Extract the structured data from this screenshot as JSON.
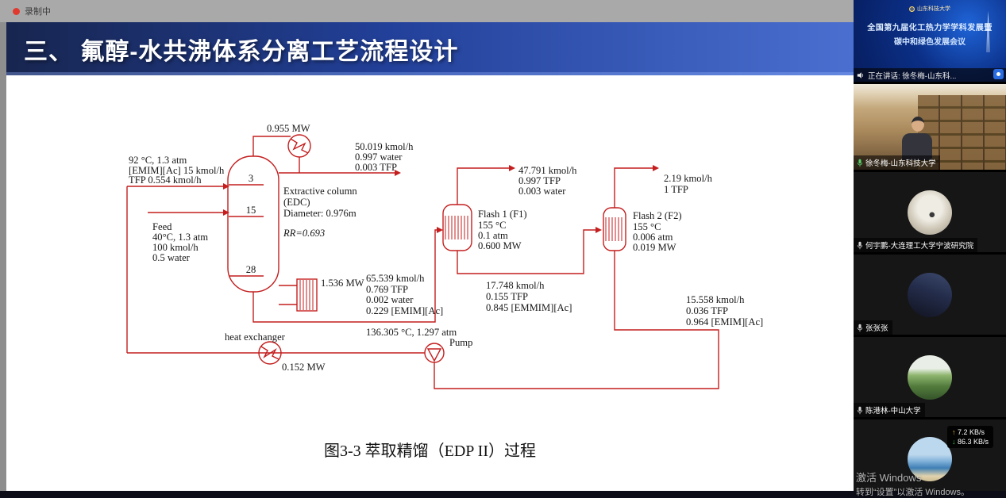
{
  "colors": {
    "diagram-red": "#c41e1e",
    "titlebar-left": "#17254f",
    "titlebar-right": "#4a6fd0",
    "banner-blue": "#0b2f86"
  },
  "top_bar": {
    "recording_label": "录制中"
  },
  "slide": {
    "title": "三、 氟醇-水共沸体系分离工艺流程设计",
    "caption": "图3-3 萃取精馏（EDP II）过程"
  },
  "diagram": {
    "solvent_feed": {
      "l1": "92 °C, 1.3 atm",
      "l2": "[EMIM][Ac] 15 kmol/h",
      "l3": "TFP 0.554 kmol/h"
    },
    "feed": {
      "l1": "Feed",
      "l2": "40°C, 1.3 atm",
      "l3": "100 kmol/h",
      "l4": "0.5 water"
    },
    "condenser": {
      "duty": "0.955 MW"
    },
    "top_product": {
      "l1": "50.019 kmol/h",
      "l2": "0.997 water",
      "l3": "0.003 TFP"
    },
    "column": {
      "name1": "Extractive column",
      "name2": "(EDC)",
      "diameter": "Diameter: 0.976m",
      "rr": "RR=0.693",
      "stage3": "3",
      "stage15": "15",
      "stage28": "28"
    },
    "reboiler": {
      "duty": "1.536 MW"
    },
    "bottoms": {
      "l1": "65.539 kmol/h",
      "l2": "0.769 TFP",
      "l3": "0.002 water",
      "l4": "0.229 [EMIM][Ac]",
      "l5": "136.305 °C, 1.297 atm"
    },
    "flash1": {
      "title": "Flash 1 (F1)",
      "temp": "155 °C",
      "pres": "0.1 atm",
      "duty": "0.600 MW",
      "top": {
        "l1": "47.791 kmol/h",
        "l2": "0.997 TFP",
        "l3": "0.003 water"
      },
      "bottom": {
        "l1": "17.748 kmol/h",
        "l2": "0.155 TFP",
        "l3": "0.845 [EMMIM][Ac]"
      }
    },
    "flash2": {
      "title": "Flash 2 (F2)",
      "temp": "155 °C",
      "pres": "0.006 atm",
      "duty": "0.019 MW",
      "top": {
        "l1": "2.19 kmol/h",
        "l2": "1 TFP"
      },
      "bottom": {
        "l1": "15.558 kmol/h",
        "l2": "0.036 TFP",
        "l3": "0.964 [EMIM][Ac]"
      }
    },
    "heat_exchanger": {
      "label": "heat exchanger",
      "duty": "0.152 MW"
    },
    "pump": {
      "label": "Pump"
    }
  },
  "sidebar": {
    "banner": {
      "logo_text": "山东科技大学",
      "line1": "全国第九届化工热力学学科发展暨",
      "line2": "碳中和绿色发展会议",
      "speaking": "正在讲话: 徐冬梅-山东科..."
    },
    "participants": [
      {
        "name": "徐冬梅-山东科技大学"
      },
      {
        "name": "何宇鹏-大连理工大学宁波研究院"
      },
      {
        "name": "张张张"
      },
      {
        "name": "陈港林-中山大学"
      }
    ],
    "network": {
      "up_arrow": "↑",
      "up": "7.2 KB/s",
      "down_arrow": "↓",
      "down": "86.3 KB/s"
    }
  },
  "watermark": {
    "line1": "激活 Windows",
    "line2": "转到“设置”以激活 Windows。"
  }
}
